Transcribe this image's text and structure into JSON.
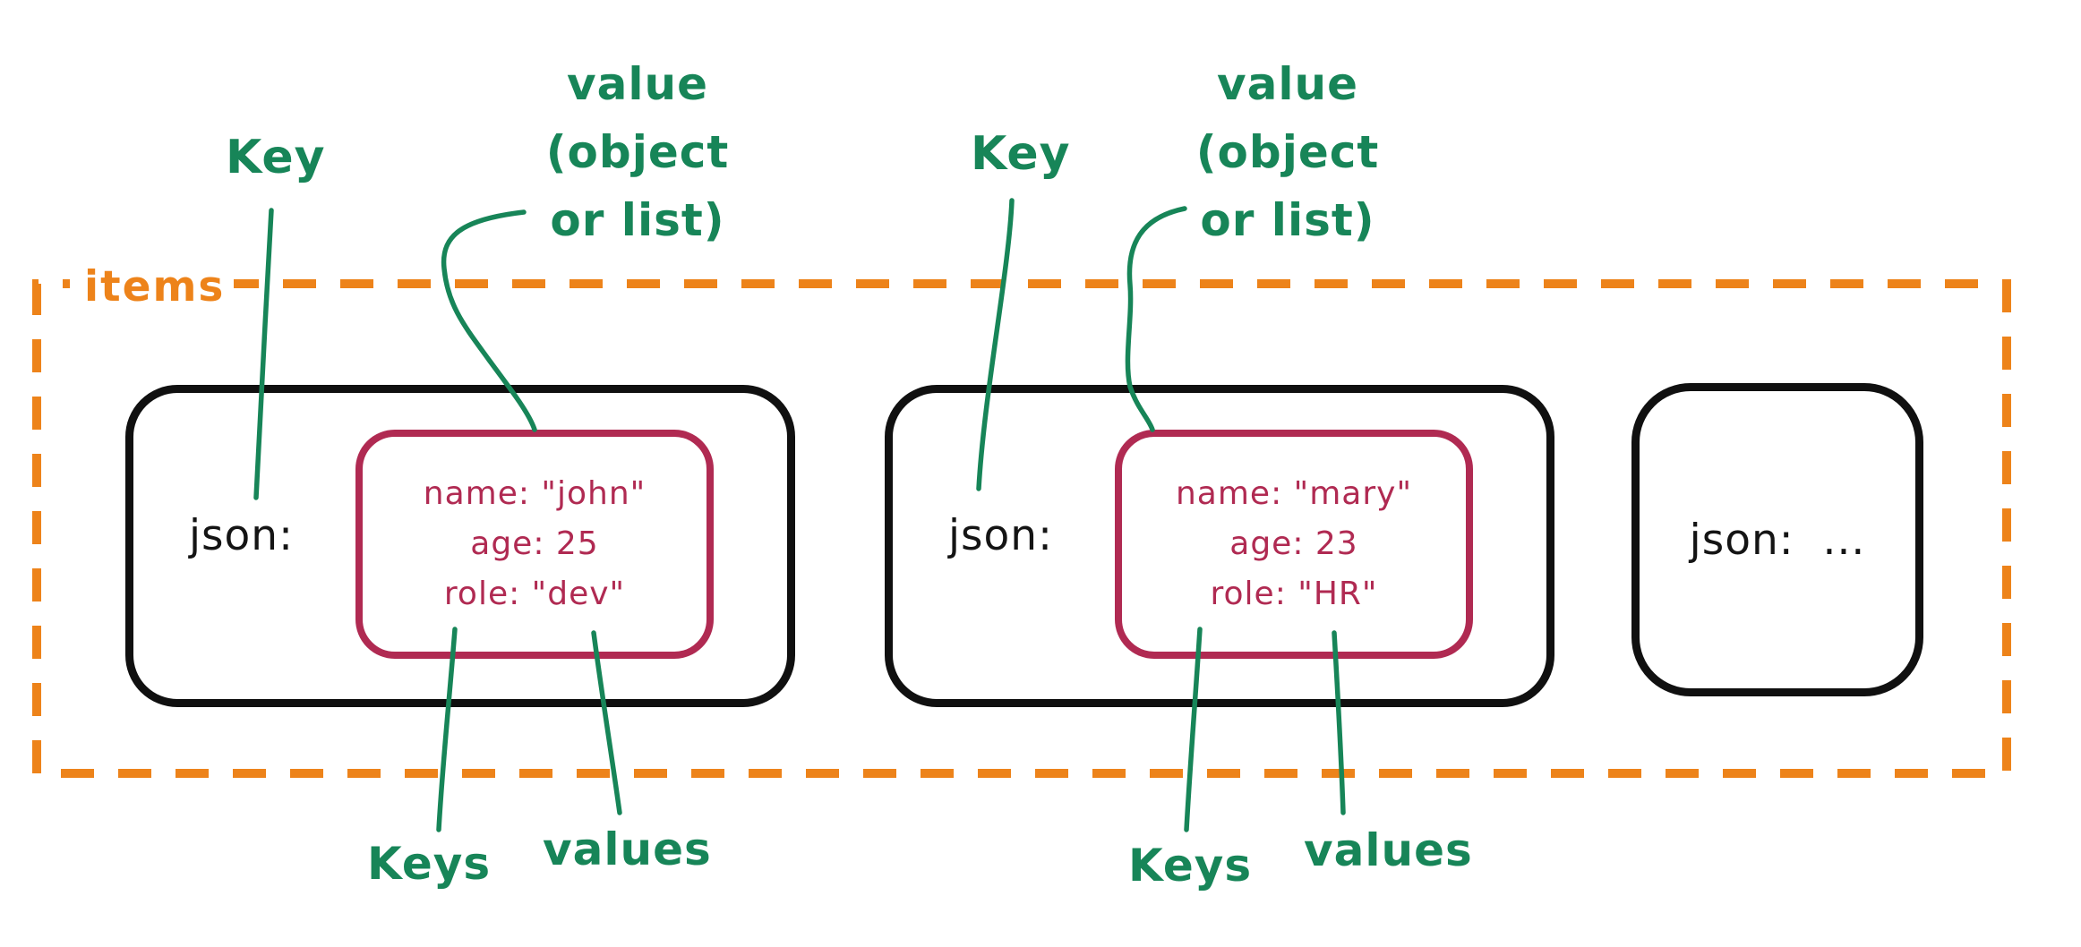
{
  "items_label": "items",
  "annotations": {
    "left": {
      "key": "Key",
      "value_lines": [
        "value",
        "(object",
        "or list)"
      ],
      "keys": "Keys",
      "values": "values"
    },
    "right": {
      "key": "Key",
      "value_lines": [
        "value",
        "(object",
        "or list)"
      ],
      "keys": "Keys",
      "values": "values"
    }
  },
  "items": [
    {
      "key": "json:",
      "object_lines": [
        "name: \"john\"",
        "age: 25",
        "role: \"dev\""
      ]
    },
    {
      "key": "json:",
      "object_lines": [
        "name: \"mary\"",
        "age: 23",
        "role: \"HR\""
      ]
    },
    {
      "key": "json:",
      "more": "..."
    }
  ],
  "colors": {
    "annotation_green": "#178558",
    "items_orange": "#ed831a",
    "object_crimson": "#b02a52",
    "item_black": "#101010",
    "background": "#ffffff"
  }
}
